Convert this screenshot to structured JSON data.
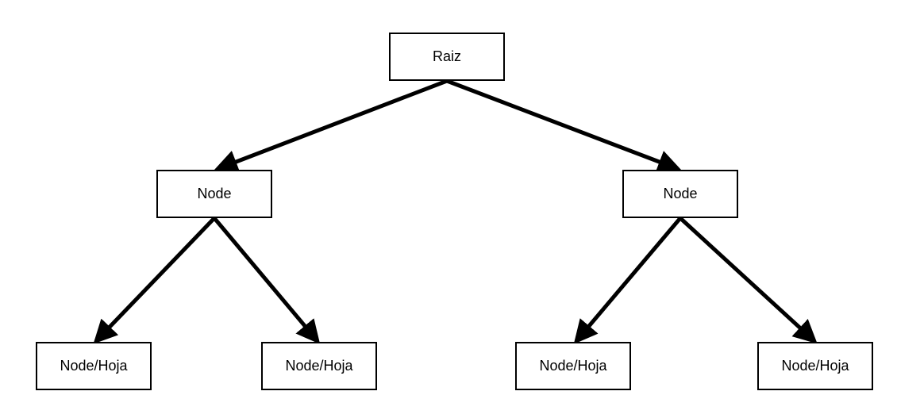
{
  "diagram": {
    "root": {
      "label": "Raiz"
    },
    "level1": [
      {
        "label": "Node"
      },
      {
        "label": "Node"
      }
    ],
    "level2": [
      {
        "label": "Node/Hoja"
      },
      {
        "label": "Node/Hoja"
      },
      {
        "label": "Node/Hoja"
      },
      {
        "label": "Node/Hoja"
      }
    ],
    "colors": {
      "stroke": "#000000",
      "fill": "#ffffff"
    }
  }
}
